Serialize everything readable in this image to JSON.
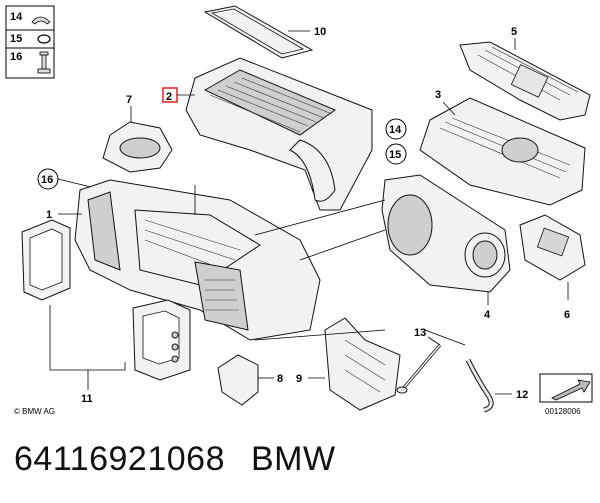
{
  "diagram": {
    "callouts": [
      "1",
      "2",
      "3",
      "4",
      "5",
      "6",
      "7",
      "8",
      "9",
      "10",
      "11",
      "12",
      "13",
      "14",
      "15",
      "16"
    ],
    "circled_callouts": [
      "14",
      "15",
      "16"
    ],
    "legend_rows": [
      "14",
      "15",
      "16"
    ],
    "copyright": "© BMW AG",
    "diagram_number": "00128006"
  },
  "footer": {
    "part_number": "64116921068",
    "brand": "BMW"
  },
  "colors": {
    "highlight_box": "#e02020",
    "line": "#000000"
  }
}
